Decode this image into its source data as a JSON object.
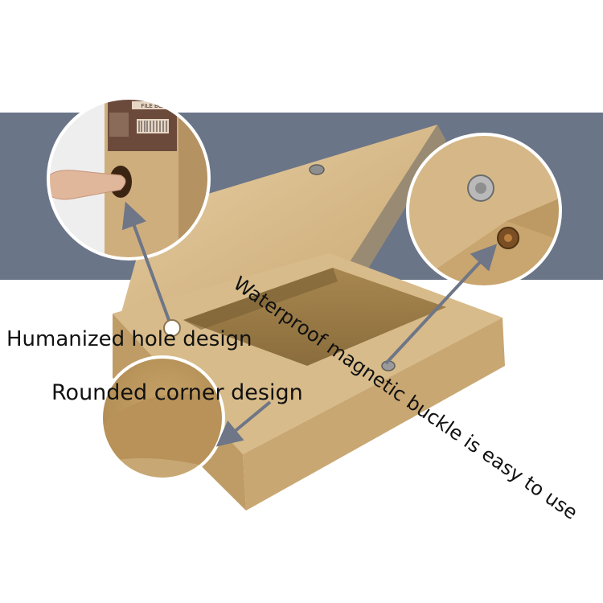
{
  "captions": {
    "hole": "Humanized hole design",
    "corner": "Rounded corner design",
    "buckle": "Waterproof magnetic buckle is easy to use"
  },
  "label": {
    "title": "FILE BOX"
  },
  "colors": {
    "band": "#6b7588",
    "kraft": "#cfae7e",
    "kraft_light": "#e2c99c",
    "kraft_dark": "#a98a58",
    "arrow": "#6e7687",
    "text": "#111111"
  }
}
